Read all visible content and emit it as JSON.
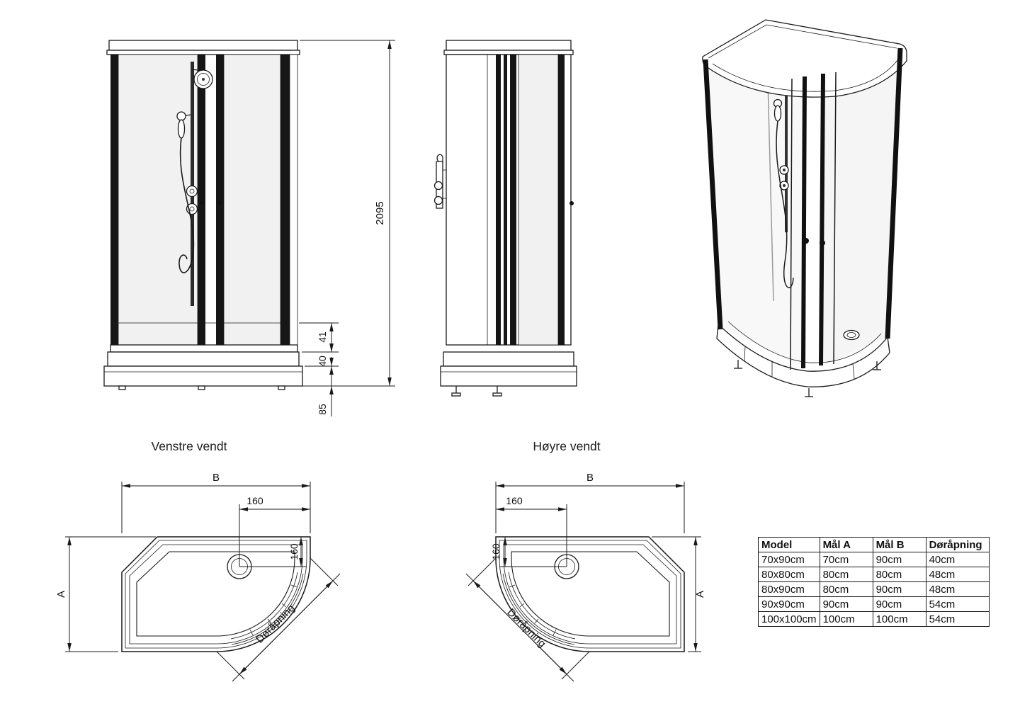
{
  "captions": {
    "left_plan": "Venstre vendt",
    "right_plan": "Høyre vendt"
  },
  "front_view": {
    "height_total": "2095",
    "dim_top": "41",
    "dim_tray": "40",
    "dim_foot": "85"
  },
  "plan": {
    "width_label": "B",
    "depth_label": "A",
    "drain_offset_x": "160",
    "drain_offset_y": "160",
    "door_opening_label": "Døråpning"
  },
  "spec_table": {
    "headers": [
      "Model",
      "Mål A",
      "Mål B",
      "Døråpning"
    ],
    "rows": [
      [
        "70x90cm",
        "70cm",
        "90cm",
        "40cm"
      ],
      [
        "80x80cm",
        "80cm",
        "80cm",
        "48cm"
      ],
      [
        "80x90cm",
        "80cm",
        "90cm",
        "48cm"
      ],
      [
        "90x90cm",
        "90cm",
        "90cm",
        "54cm"
      ],
      [
        "100x100cm",
        "100cm",
        "100cm",
        "54cm"
      ]
    ]
  },
  "colors": {
    "line": "#1a1a1a",
    "profile_black": "#161616",
    "glass_tint": "#f1f1f1"
  }
}
